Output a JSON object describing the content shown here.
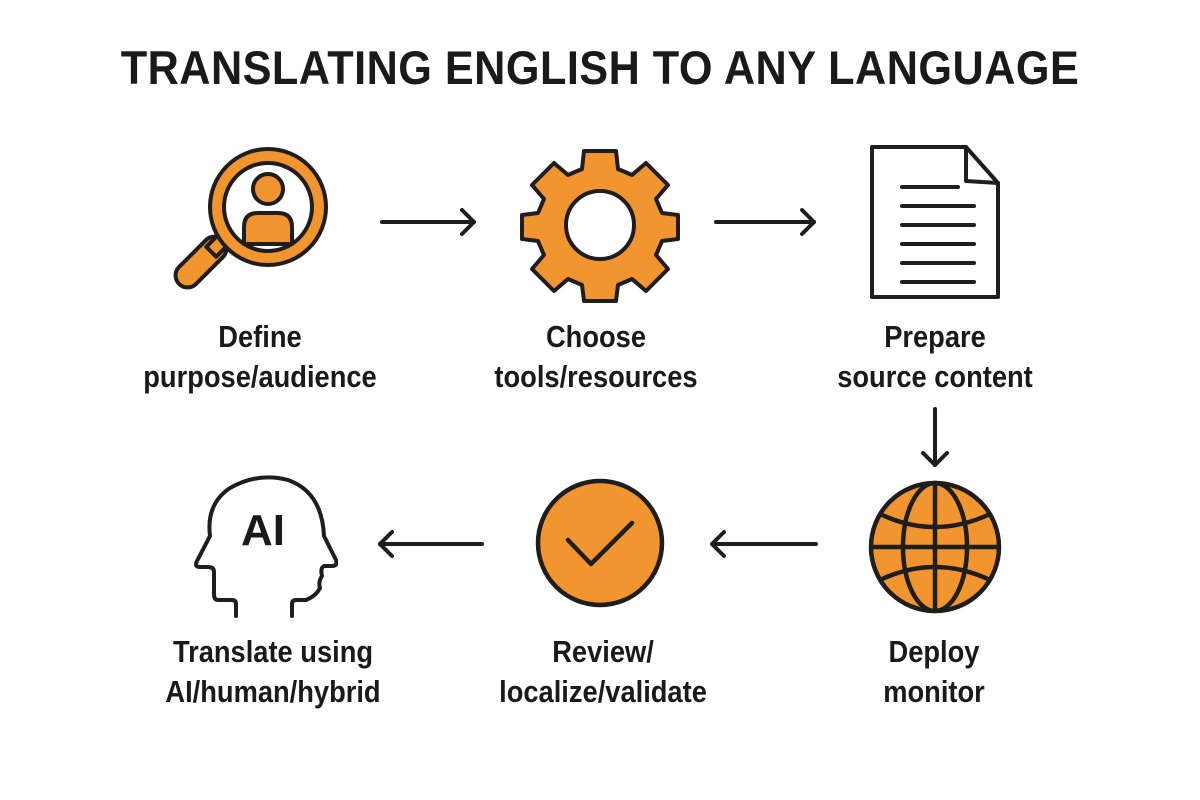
{
  "title": "TRANSLATING ENGLISH TO ANY LANGUAGE",
  "colors": {
    "accent": "#f3952f",
    "stroke": "#1e1e1e",
    "background": "#ffffff"
  },
  "steps": [
    {
      "order": 1,
      "icon": "magnifier-person-icon",
      "line1": "Define",
      "line2": "purpose/audience"
    },
    {
      "order": 2,
      "icon": "gear-icon",
      "line1": "Choose",
      "line2": "tools/resources"
    },
    {
      "order": 3,
      "icon": "document-icon",
      "line1": "Prepare",
      "line2": "source content"
    },
    {
      "order": 4,
      "icon": "globe-icon",
      "line1": "Deploy",
      "line2": "monitor"
    },
    {
      "order": 5,
      "icon": "checkmark-circle-icon",
      "line1": "Review/",
      "line2": "localize/validate"
    },
    {
      "order": 6,
      "icon": "ai-head-icon",
      "line1": "Translate using",
      "line2": "AI/human/hybrid",
      "icon_text": "AI"
    }
  ],
  "arrows": [
    {
      "from": 1,
      "to": 2,
      "direction": "right"
    },
    {
      "from": 2,
      "to": 3,
      "direction": "right"
    },
    {
      "from": 3,
      "to": 4,
      "direction": "down"
    },
    {
      "from": 4,
      "to": 5,
      "direction": "left"
    },
    {
      "from": 5,
      "to": 6,
      "direction": "left"
    }
  ]
}
